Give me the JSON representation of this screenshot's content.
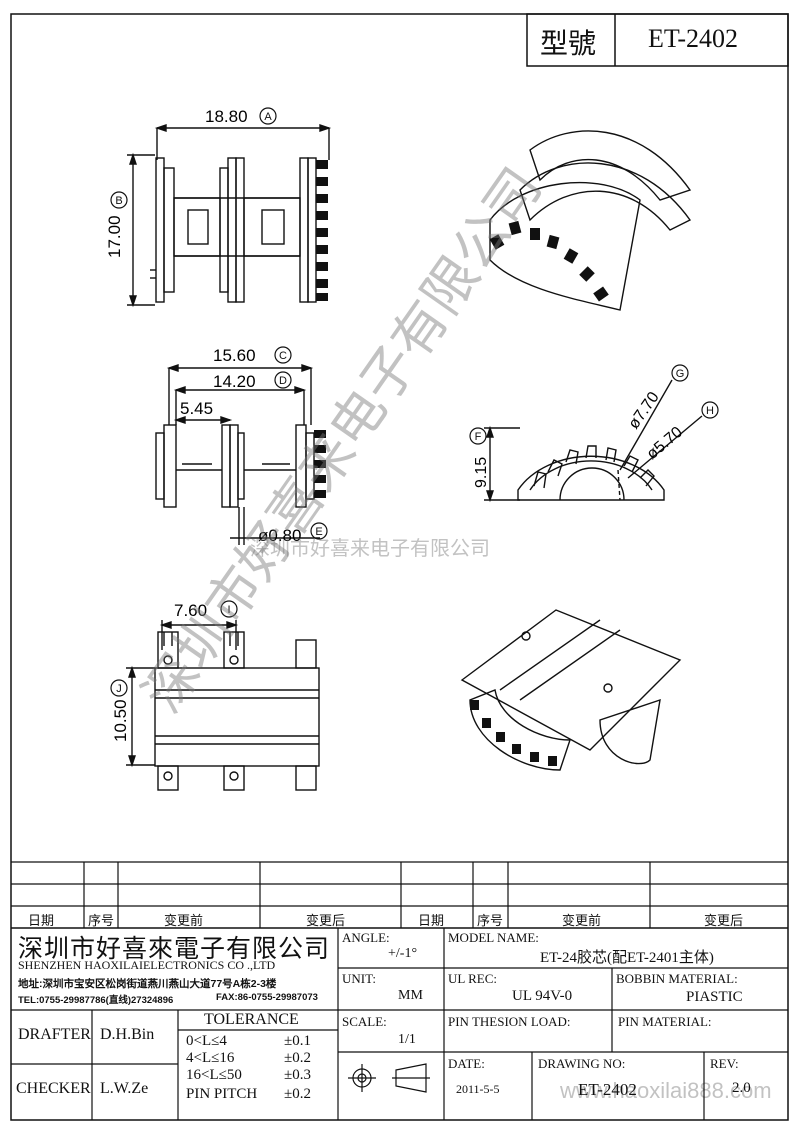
{
  "header": {
    "model_label": "型號",
    "model_value": "ET-2402"
  },
  "dimensions": {
    "a": "18.80",
    "b": "17.00",
    "c": "15.60",
    "d": "14.20",
    "e_offset": "5.45",
    "pin_dia": "ø0.80",
    "f": "9.15",
    "g": "ø7.70",
    "h": "ø5.70",
    "i": "7.60",
    "j": "10.50",
    "circle_letters": [
      "A",
      "B",
      "C",
      "D",
      "E",
      "F",
      "G",
      "H",
      "I",
      "J"
    ]
  },
  "watermark": {
    "diagonal": "深圳市好喜来电子有限公司",
    "inline": "深圳市好喜来电子有限公司",
    "bottom_url": "www.haoxilai888.com"
  },
  "revision_table": {
    "headers": [
      "日期",
      "序号",
      "变更前",
      "变更后",
      "日期",
      "序号",
      "变更前",
      "变更后"
    ]
  },
  "company": {
    "name_cn": "深圳市好喜來電子有限公司",
    "name_en": "SHENZHEN HAOXILAIELECTRONICS CO .,LTD",
    "address": "地址:深圳市宝安区松岗街道燕川燕山大道77号A栋2-3楼",
    "tel": "TEL:0755-29987786(直线)27324896",
    "fax": "FAX:86-0755-29987073"
  },
  "title_block": {
    "angle_label": "ANGLE:",
    "angle_value": "+/-1°",
    "model_name_label": "MODEL NAME:",
    "model_name_value": "ET-24胶芯(配ET-2401主体)",
    "unit_label": "UNIT:",
    "unit_value": "MM",
    "ul_rec_label": "UL REC:",
    "ul_rec_value": "UL 94V-0",
    "bobbin_material_label": "BOBBIN MATERIAL:",
    "bobbin_material_value": "PIASTIC",
    "scale_label": "SCALE:",
    "scale_value": "1/1",
    "pin_tension_label": "PIN THESION LOAD:",
    "pin_material_label": "PIN MATERIAL:",
    "date_label": "DATE:",
    "date_value": "2011-5-5",
    "drawing_no_label": "DRAWING NO:",
    "drawing_no_value": "ET-2402",
    "rev_label": "REV:",
    "rev_value": "2.0",
    "drafter_label": "DRAFTER",
    "drafter_value": "D.H.Bin",
    "checker_label": "CHECKER",
    "checker_value": "L.W.Ze",
    "tolerance_label": "TOLERANCE",
    "tolerance_rows": [
      {
        "range": "0<L≤4",
        "tol": "±0.1"
      },
      {
        "range": "4<L≤16",
        "tol": "±0.2"
      },
      {
        "range": "16<L≤50",
        "tol": "±0.3"
      },
      {
        "range": "PIN PITCH",
        "tol": "±0.2"
      }
    ]
  }
}
